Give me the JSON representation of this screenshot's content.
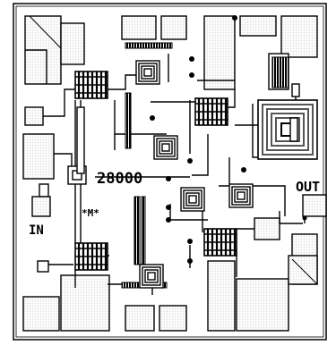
{
  "labels": {
    "chip_number": "28000",
    "input": "IN",
    "output": "OUT",
    "mark": "*M*"
  },
  "colors": {
    "background": "#ffffff",
    "ink": "#000000",
    "hatch": "#d2d2d2",
    "inductor_gray": "#9a9a9a"
  }
}
